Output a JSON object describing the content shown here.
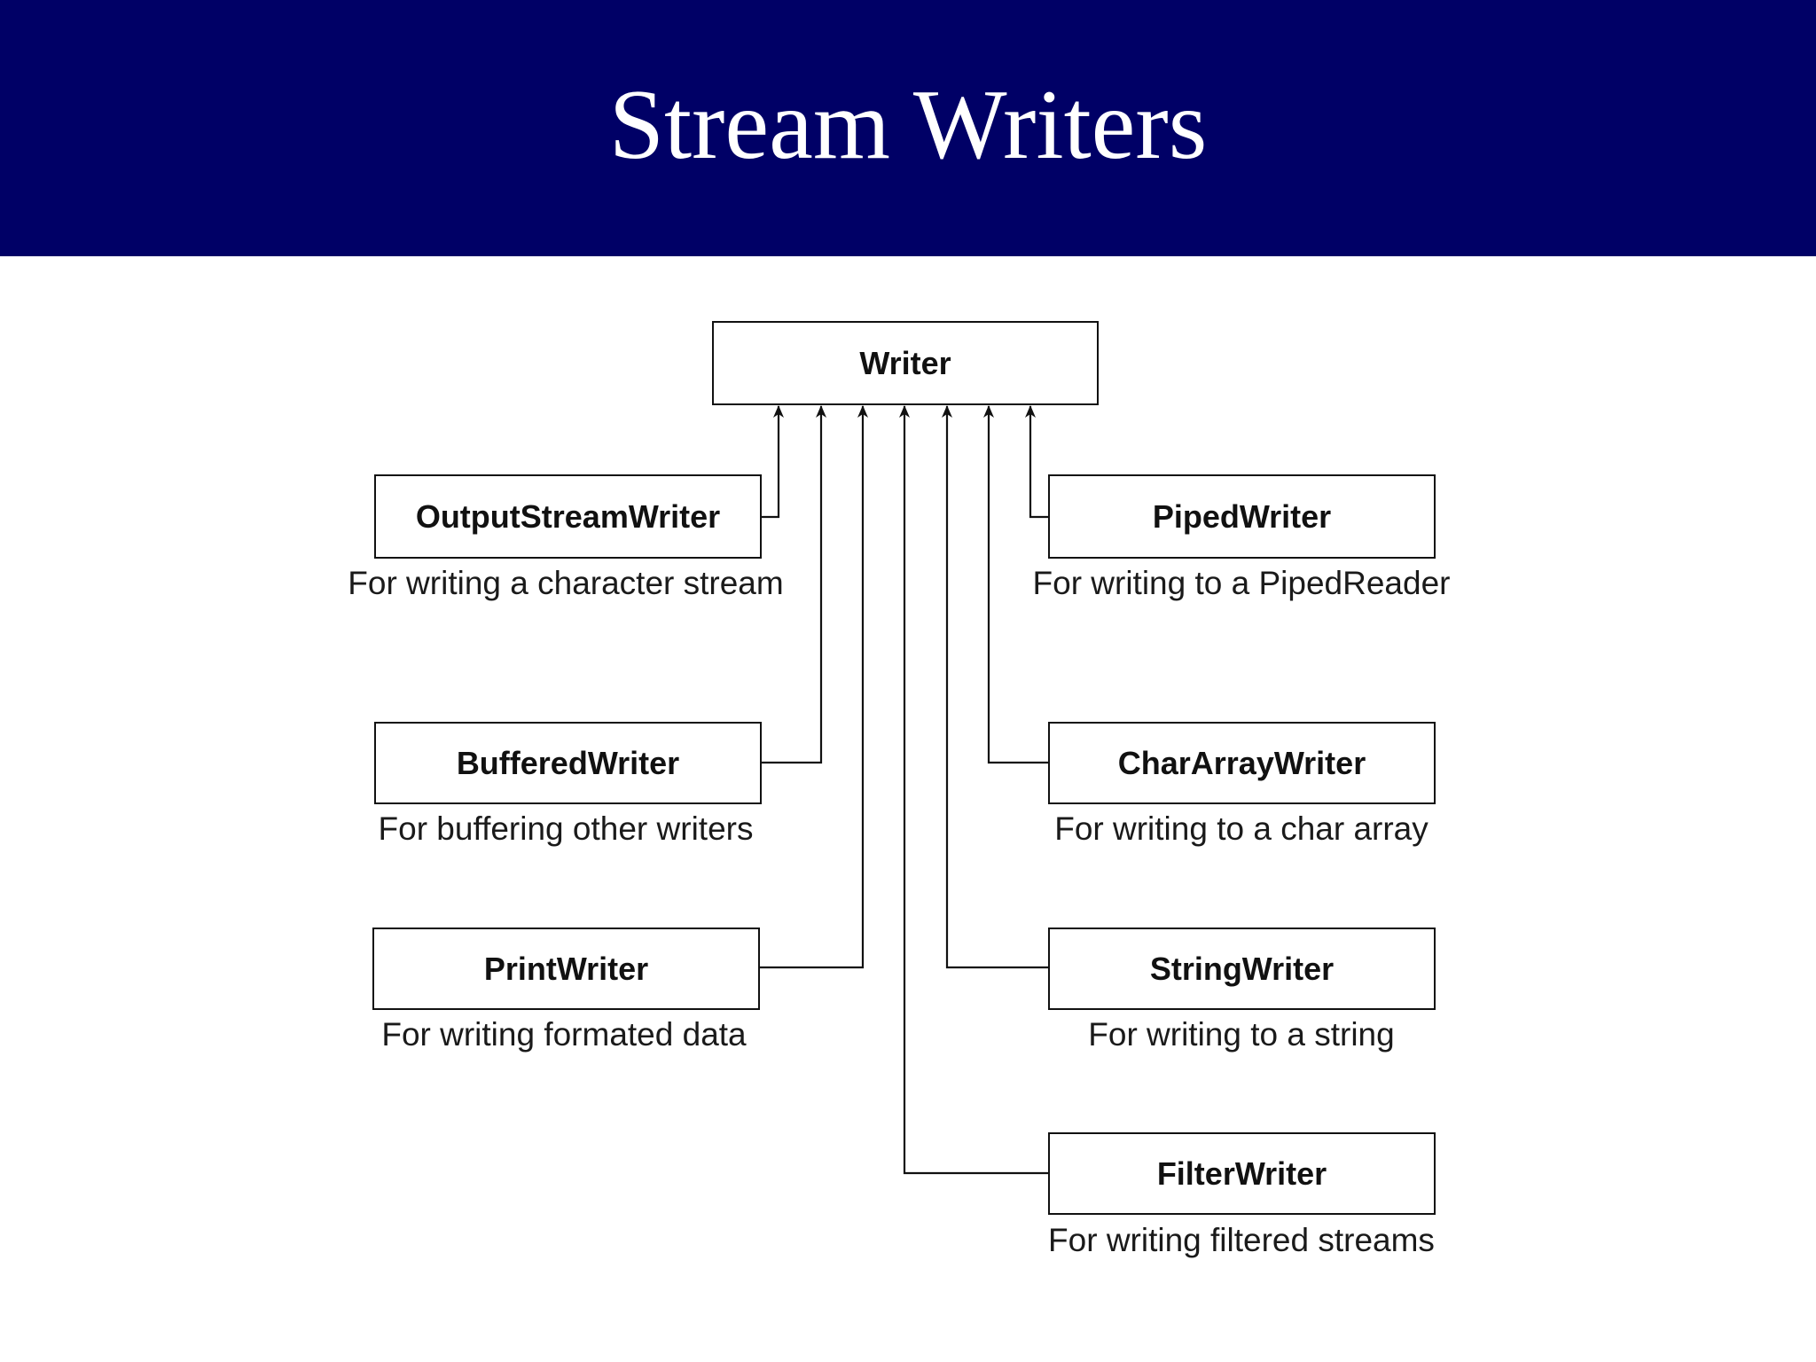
{
  "slide": {
    "title": "Stream Writers"
  },
  "diagram": {
    "root": {
      "label": "Writer"
    },
    "nodes": [
      {
        "id": "output-stream-writer",
        "label": "OutputStreamWriter",
        "description": "For writing a character stream"
      },
      {
        "id": "piped-writer",
        "label": "PipedWriter",
        "description": "For writing to a PipedReader"
      },
      {
        "id": "buffered-writer",
        "label": "BufferedWriter",
        "description": "For buffering other writers"
      },
      {
        "id": "char-array-writer",
        "label": "CharArrayWriter",
        "description": "For writing to a char array"
      },
      {
        "id": "print-writer",
        "label": "PrintWriter",
        "description": "For writing formated data"
      },
      {
        "id": "string-writer",
        "label": "StringWriter",
        "description": "For writing to a string"
      },
      {
        "id": "filter-writer",
        "label": "FilterWriter",
        "description": "For writing filtered streams"
      }
    ],
    "edges": [
      {
        "from": "output-stream-writer",
        "to": "Writer",
        "type": "inherits"
      },
      {
        "from": "buffered-writer",
        "to": "Writer",
        "type": "inherits"
      },
      {
        "from": "print-writer",
        "to": "Writer",
        "type": "inherits"
      },
      {
        "from": "filter-writer",
        "to": "Writer",
        "type": "inherits"
      },
      {
        "from": "string-writer",
        "to": "Writer",
        "type": "inherits"
      },
      {
        "from": "char-array-writer",
        "to": "Writer",
        "type": "inherits"
      },
      {
        "from": "piped-writer",
        "to": "Writer",
        "type": "inherits"
      }
    ]
  }
}
